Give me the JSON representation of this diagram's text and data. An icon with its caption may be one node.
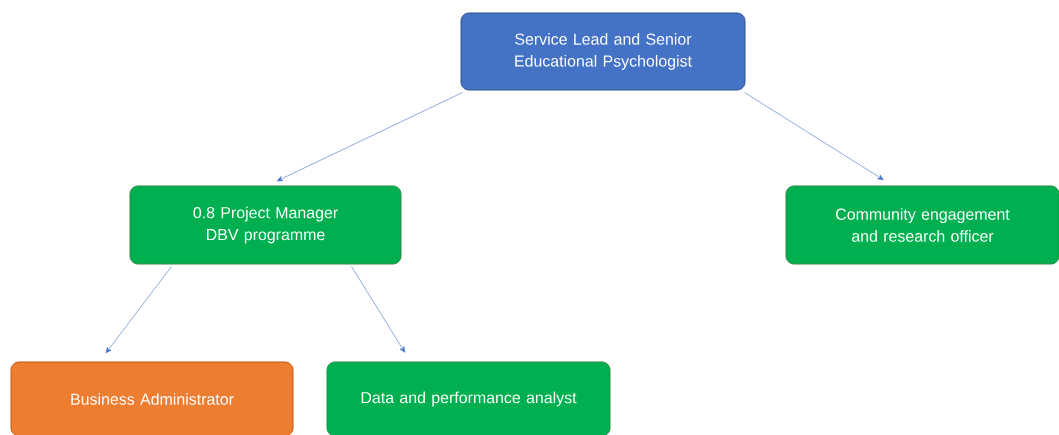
{
  "diagram": {
    "nodes": [
      {
        "text": [
          "Service Lead and Senior Educational Psychologist"
        ]
      },
      {
        "text": [
          "0.8 Project Manager DBV programme"
        ]
      },
      {
        "text": [
          "Community engagement and research officer"
        ]
      },
      {
        "text": [
          "Business Administrator"
        ]
      },
      {
        "text": [
          "Data and performance analyst"
        ]
      }
    ],
    "edges": [
      {
        "from": 0,
        "to": 1,
        "arrow": "to"
      },
      {
        "from": 0,
        "to": 2,
        "arrow": "to"
      },
      {
        "from": 1,
        "to": 3,
        "arrow": "to"
      },
      {
        "from": 1,
        "to": 4,
        "arrow": "to"
      }
    ]
  }
}
